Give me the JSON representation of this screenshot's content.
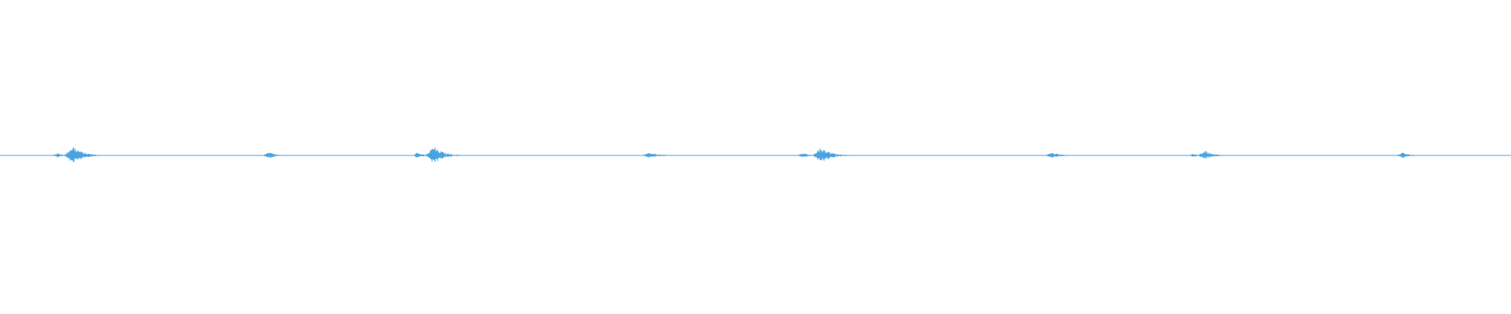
{
  "waveform": {
    "color": "#4aa3df",
    "background": "#ffffff",
    "bursts": [
      {
        "at": 0.038,
        "level": 0.05,
        "spread": 0.012
      },
      {
        "at": 0.048,
        "level": 0.22,
        "spread": 0.018
      },
      {
        "at": 0.178,
        "level": 0.07,
        "spread": 0.014
      },
      {
        "at": 0.276,
        "level": 0.07,
        "spread": 0.01
      },
      {
        "at": 0.287,
        "level": 0.2,
        "spread": 0.018
      },
      {
        "at": 0.43,
        "level": 0.07,
        "spread": 0.016
      },
      {
        "at": 0.531,
        "level": 0.06,
        "spread": 0.01
      },
      {
        "at": 0.543,
        "level": 0.2,
        "spread": 0.018
      },
      {
        "at": 0.696,
        "level": 0.08,
        "spread": 0.014
      },
      {
        "at": 0.79,
        "level": 0.05,
        "spread": 0.01
      },
      {
        "at": 0.797,
        "level": 0.12,
        "spread": 0.014
      },
      {
        "at": 0.928,
        "level": 0.07,
        "spread": 0.012
      }
    ]
  }
}
